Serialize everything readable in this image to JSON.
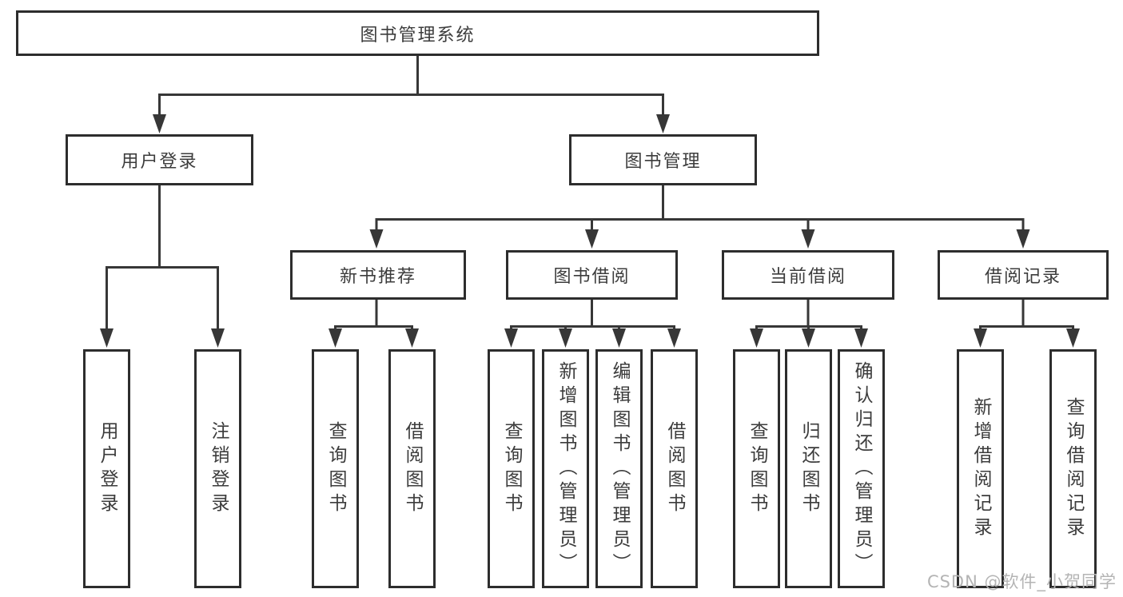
{
  "diagram": {
    "root": {
      "label": "图书管理系统"
    },
    "branches": [
      {
        "label": "用户登录",
        "children": [
          {
            "label": "用户登录"
          },
          {
            "label": "注销登录"
          }
        ]
      },
      {
        "label": "图书管理",
        "children": [
          {
            "label": "新书推荐",
            "children": [
              {
                "label": "查询图书"
              },
              {
                "label": "借阅图书"
              }
            ]
          },
          {
            "label": "图书借阅",
            "children": [
              {
                "label": "查询图书"
              },
              {
                "label": "新增图书（管理员）"
              },
              {
                "label": "编辑图书（管理员）"
              },
              {
                "label": "借阅图书"
              }
            ]
          },
          {
            "label": "当前借阅",
            "children": [
              {
                "label": "查询图书"
              },
              {
                "label": "归还图书"
              },
              {
                "label": "确认归还（管理员）"
              }
            ]
          },
          {
            "label": "借阅记录",
            "children": [
              {
                "label": "新增借阅记录"
              },
              {
                "label": "查询借阅记录"
              }
            ]
          }
        ]
      }
    ],
    "watermark": "CSDN @软件_小贺同学",
    "colors": {
      "line": "#373737",
      "box_border": "#2d2d2d",
      "box_fill": "#ffffff",
      "text": "#3c3c3c",
      "watermark": "#b4b4b4",
      "background": "#ffffff"
    }
  }
}
